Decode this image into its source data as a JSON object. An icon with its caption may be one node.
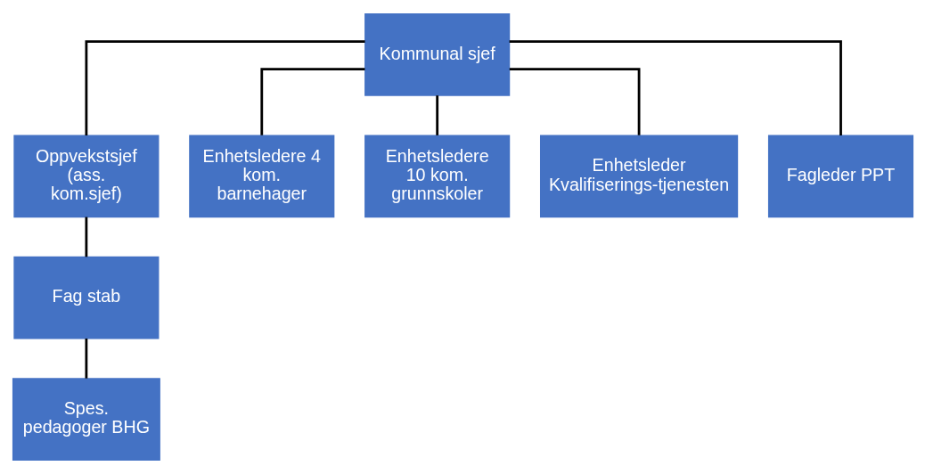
{
  "diagram": {
    "nodes": [
      {
        "text": [
          "Kommunal sjef"
        ]
      },
      {
        "text": [
          "Oppvekstsjef (ass. kom.sjef)"
        ]
      },
      {
        "text": [
          "Enhetsledere 4 kom. barnehager"
        ]
      },
      {
        "text": [
          "Enhetsledere 10 kom. grunnskoler"
        ]
      },
      {
        "text": [
          "Enhetsleder Kvalifiserings-tjenesten"
        ]
      },
      {
        "text": [
          "Fagleder PPT"
        ]
      },
      {
        "text": [
          "Fag stab"
        ]
      },
      {
        "text": [
          "Spes. pedagoger BHG"
        ]
      }
    ],
    "edges": [
      {
        "from": 0,
        "to": 1,
        "arrow": "none"
      },
      {
        "from": 0,
        "to": 2,
        "arrow": "none"
      },
      {
        "from": 0,
        "to": 3,
        "arrow": "none"
      },
      {
        "from": 0,
        "to": 4,
        "arrow": "none"
      },
      {
        "from": 0,
        "to": 5,
        "arrow": "none"
      },
      {
        "from": 1,
        "to": 6,
        "arrow": "none"
      },
      {
        "from": 6,
        "to": 7,
        "arrow": "none"
      }
    ]
  }
}
